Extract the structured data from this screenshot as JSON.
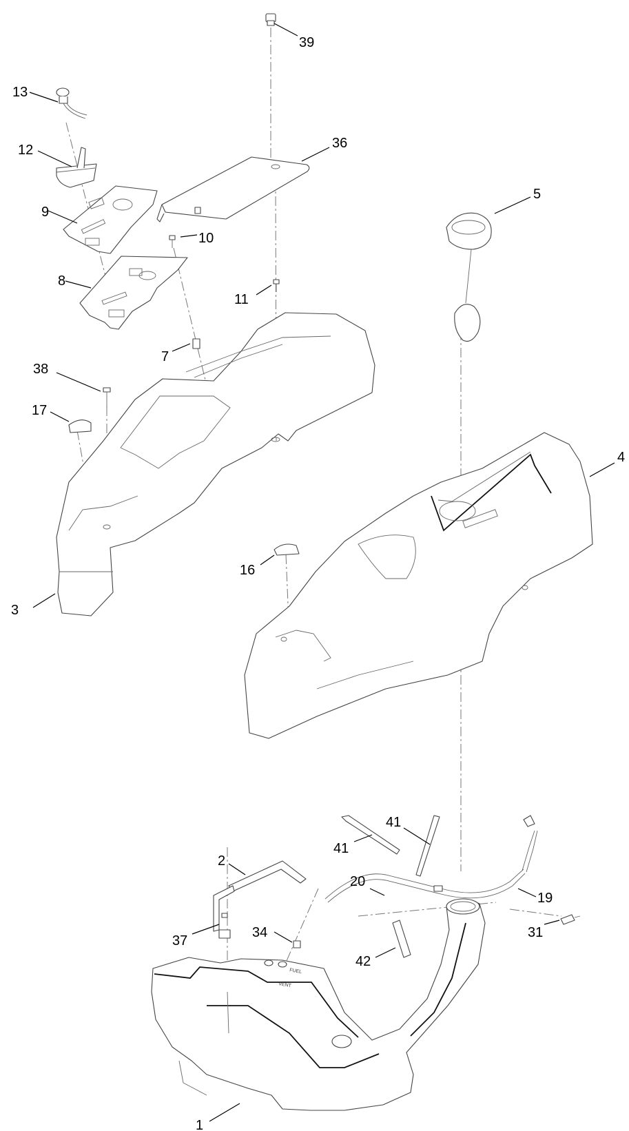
{
  "callouts": {
    "c1": "1",
    "c2": "2",
    "c3": "3",
    "c4": "4",
    "c5": "5",
    "c7": "7",
    "c8": "8",
    "c9": "9",
    "c10": "10",
    "c11": "11",
    "c12": "12",
    "c13": "13",
    "c16": "16",
    "c17": "17",
    "c19": "19",
    "c20": "20",
    "c31": "31",
    "c34": "34",
    "c36": "36",
    "c37": "37",
    "c38": "38",
    "c39": "39",
    "c41a": "41",
    "c41b": "41",
    "c42": "42"
  },
  "tank_labels": {
    "fuel": "FUEL",
    "vent": "VENT"
  },
  "colors": {
    "line": "#444444",
    "text": "#000000",
    "background": "#ffffff"
  }
}
